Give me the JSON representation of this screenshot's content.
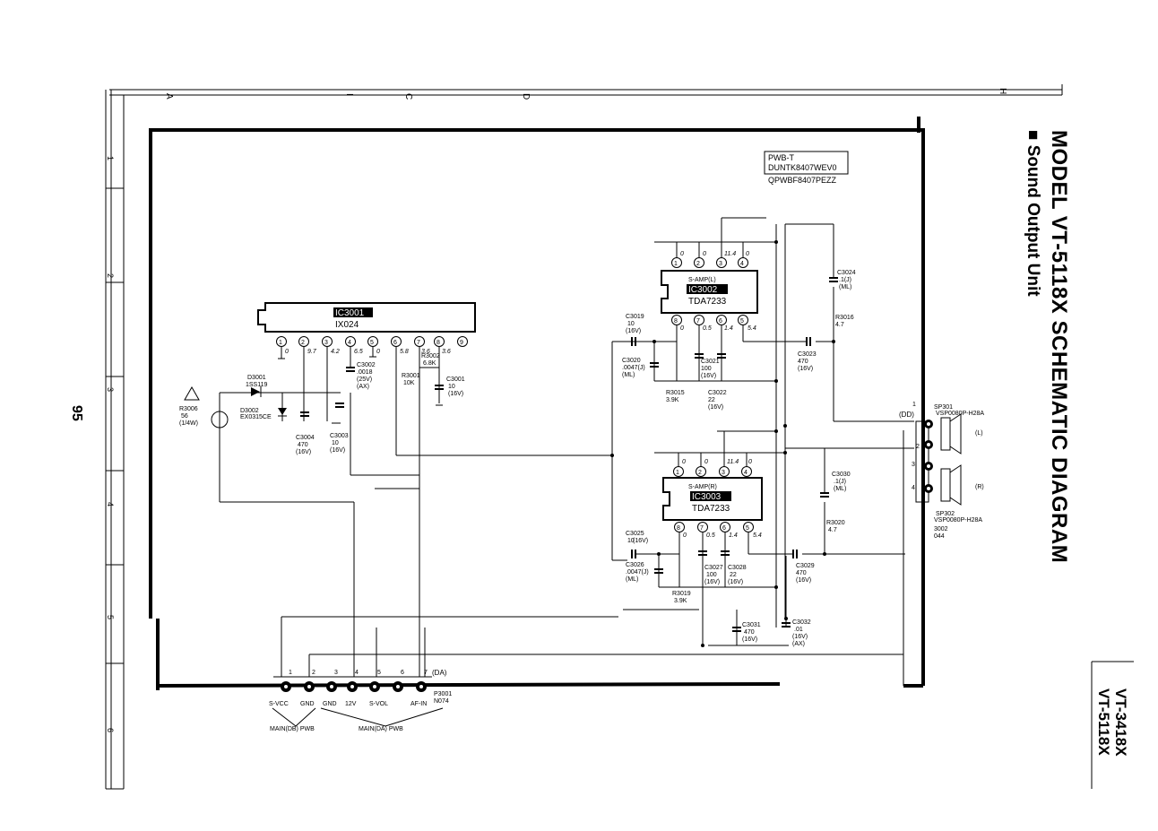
{
  "title": {
    "main": "MODEL VT-5118X SCHEMATIC DIAGRAM",
    "sub": "■ Sound Output Unit"
  },
  "page_number": "95",
  "models": [
    "VT-3418X",
    "VT-5118X"
  ],
  "grid": {
    "columns": [
      "A",
      "I",
      "C",
      "D",
      "H"
    ],
    "rows": [
      "1",
      "2",
      "3",
      "4",
      "5",
      "6"
    ]
  },
  "pwb": {
    "line1": "PWB-T",
    "line2": "DUNTK8407WEV0",
    "line3": "QPWBF8407PEZZ"
  },
  "ic3001": {
    "name": "IC3001",
    "part": "IX024",
    "pins": [
      "1",
      "2",
      "3",
      "4",
      "5",
      "6",
      "7",
      "8",
      "9"
    ],
    "volts": [
      "0",
      "9.7",
      "4.2",
      "6.5",
      "0",
      "5.8",
      "3.6",
      "3.6"
    ]
  },
  "ic3002": {
    "func": "S-AMP(L)",
    "name": "IC3002",
    "part": "TDA7233",
    "top_pins": [
      "1",
      "2",
      "3",
      "4"
    ],
    "top_volts": [
      "0",
      "0",
      "11.4",
      "0"
    ],
    "bottom_pins": [
      "8",
      "7",
      "6",
      "5"
    ],
    "bottom_volts": [
      "0",
      "0.5",
      "1.4",
      "5.4"
    ]
  },
  "ic3003": {
    "func": "S-AMP(R)",
    "name": "IC3003",
    "part": "TDA7233",
    "top_pins": [
      "1",
      "2",
      "3",
      "4"
    ],
    "top_volts": [
      "0",
      "0",
      "11.4",
      "0"
    ],
    "bottom_pins": [
      "8",
      "7",
      "6",
      "5"
    ],
    "bottom_volts": [
      "0",
      "0.5",
      "1.4",
      "5.4"
    ]
  },
  "components": {
    "d3001": [
      "D3001",
      "1SS119"
    ],
    "d3002": [
      "D3002",
      "EX0315CE"
    ],
    "r3006": [
      "R3006",
      "56",
      "(1/4W)"
    ],
    "c3004": [
      "C3004",
      "470",
      "(16V)"
    ],
    "c3003": [
      "C3003",
      "10",
      "(16V)"
    ],
    "c3002": [
      "C3002",
      ".0018",
      "(25V)",
      "(AX)"
    ],
    "r3001": [
      "R3001",
      "10K"
    ],
    "r3002": [
      "R3002",
      "6.8K"
    ],
    "c3001": [
      "C3001",
      "10",
      "(16V)"
    ],
    "c3019": [
      "C3019",
      "10",
      "(16V)"
    ],
    "c3020": [
      "C3020",
      ".0047(J)",
      "(ML)"
    ],
    "r3015": [
      "R3015",
      "3.9K"
    ],
    "c3021": [
      "C3021",
      "100",
      "(16V)"
    ],
    "c3022": [
      "C3022",
      "22",
      "(16V)"
    ],
    "c3023": [
      "C3023",
      "470",
      "(16V)"
    ],
    "c3024": [
      "C3024",
      ".1(J)",
      "(ML)"
    ],
    "r3016": [
      "R3016",
      "4.7"
    ],
    "c3025": [
      "C3025",
      "10",
      "(16V)"
    ],
    "c3026": [
      "C3026",
      ".0047(J)",
      "(ML)"
    ],
    "r3019": [
      "R3019",
      "3.9K"
    ],
    "c3027": [
      "C3027",
      "100",
      "(16V)"
    ],
    "c3028": [
      "C3028",
      "22",
      "(16V)"
    ],
    "c3029": [
      "C3029",
      "470",
      "(16V)"
    ],
    "c3030": [
      "C3030",
      ".1(J)",
      "(ML)"
    ],
    "r3020": [
      "R3020",
      "4.7"
    ],
    "c3031": [
      "C3031",
      "470",
      "(16V)"
    ],
    "c3032": [
      "C3032",
      ".01",
      "(16V)",
      "(AX)"
    ]
  },
  "speakers": {
    "sp301": [
      "SP301",
      "VSP0080P-H28A"
    ],
    "sp302": [
      "SP302",
      "VSP0080P-H28A"
    ],
    "dd": "(DD)",
    "pins": [
      "1",
      "2",
      "3",
      "4"
    ],
    "left": "(L)",
    "right": "(R)",
    "plug_code": "3002",
    "plug_code2": "044"
  },
  "connector": {
    "label": "(DA)",
    "pins": [
      "1",
      "2",
      "3",
      "4",
      "5",
      "6",
      "7"
    ],
    "names": [
      "S-VCC",
      "GND",
      "GND",
      "12V",
      "S-VOL",
      "AF-IN"
    ],
    "part": [
      "P3001",
      "N074"
    ],
    "dest1": "MAIN(DB) PWB",
    "dest2": "MAIN(DA) PWB"
  }
}
